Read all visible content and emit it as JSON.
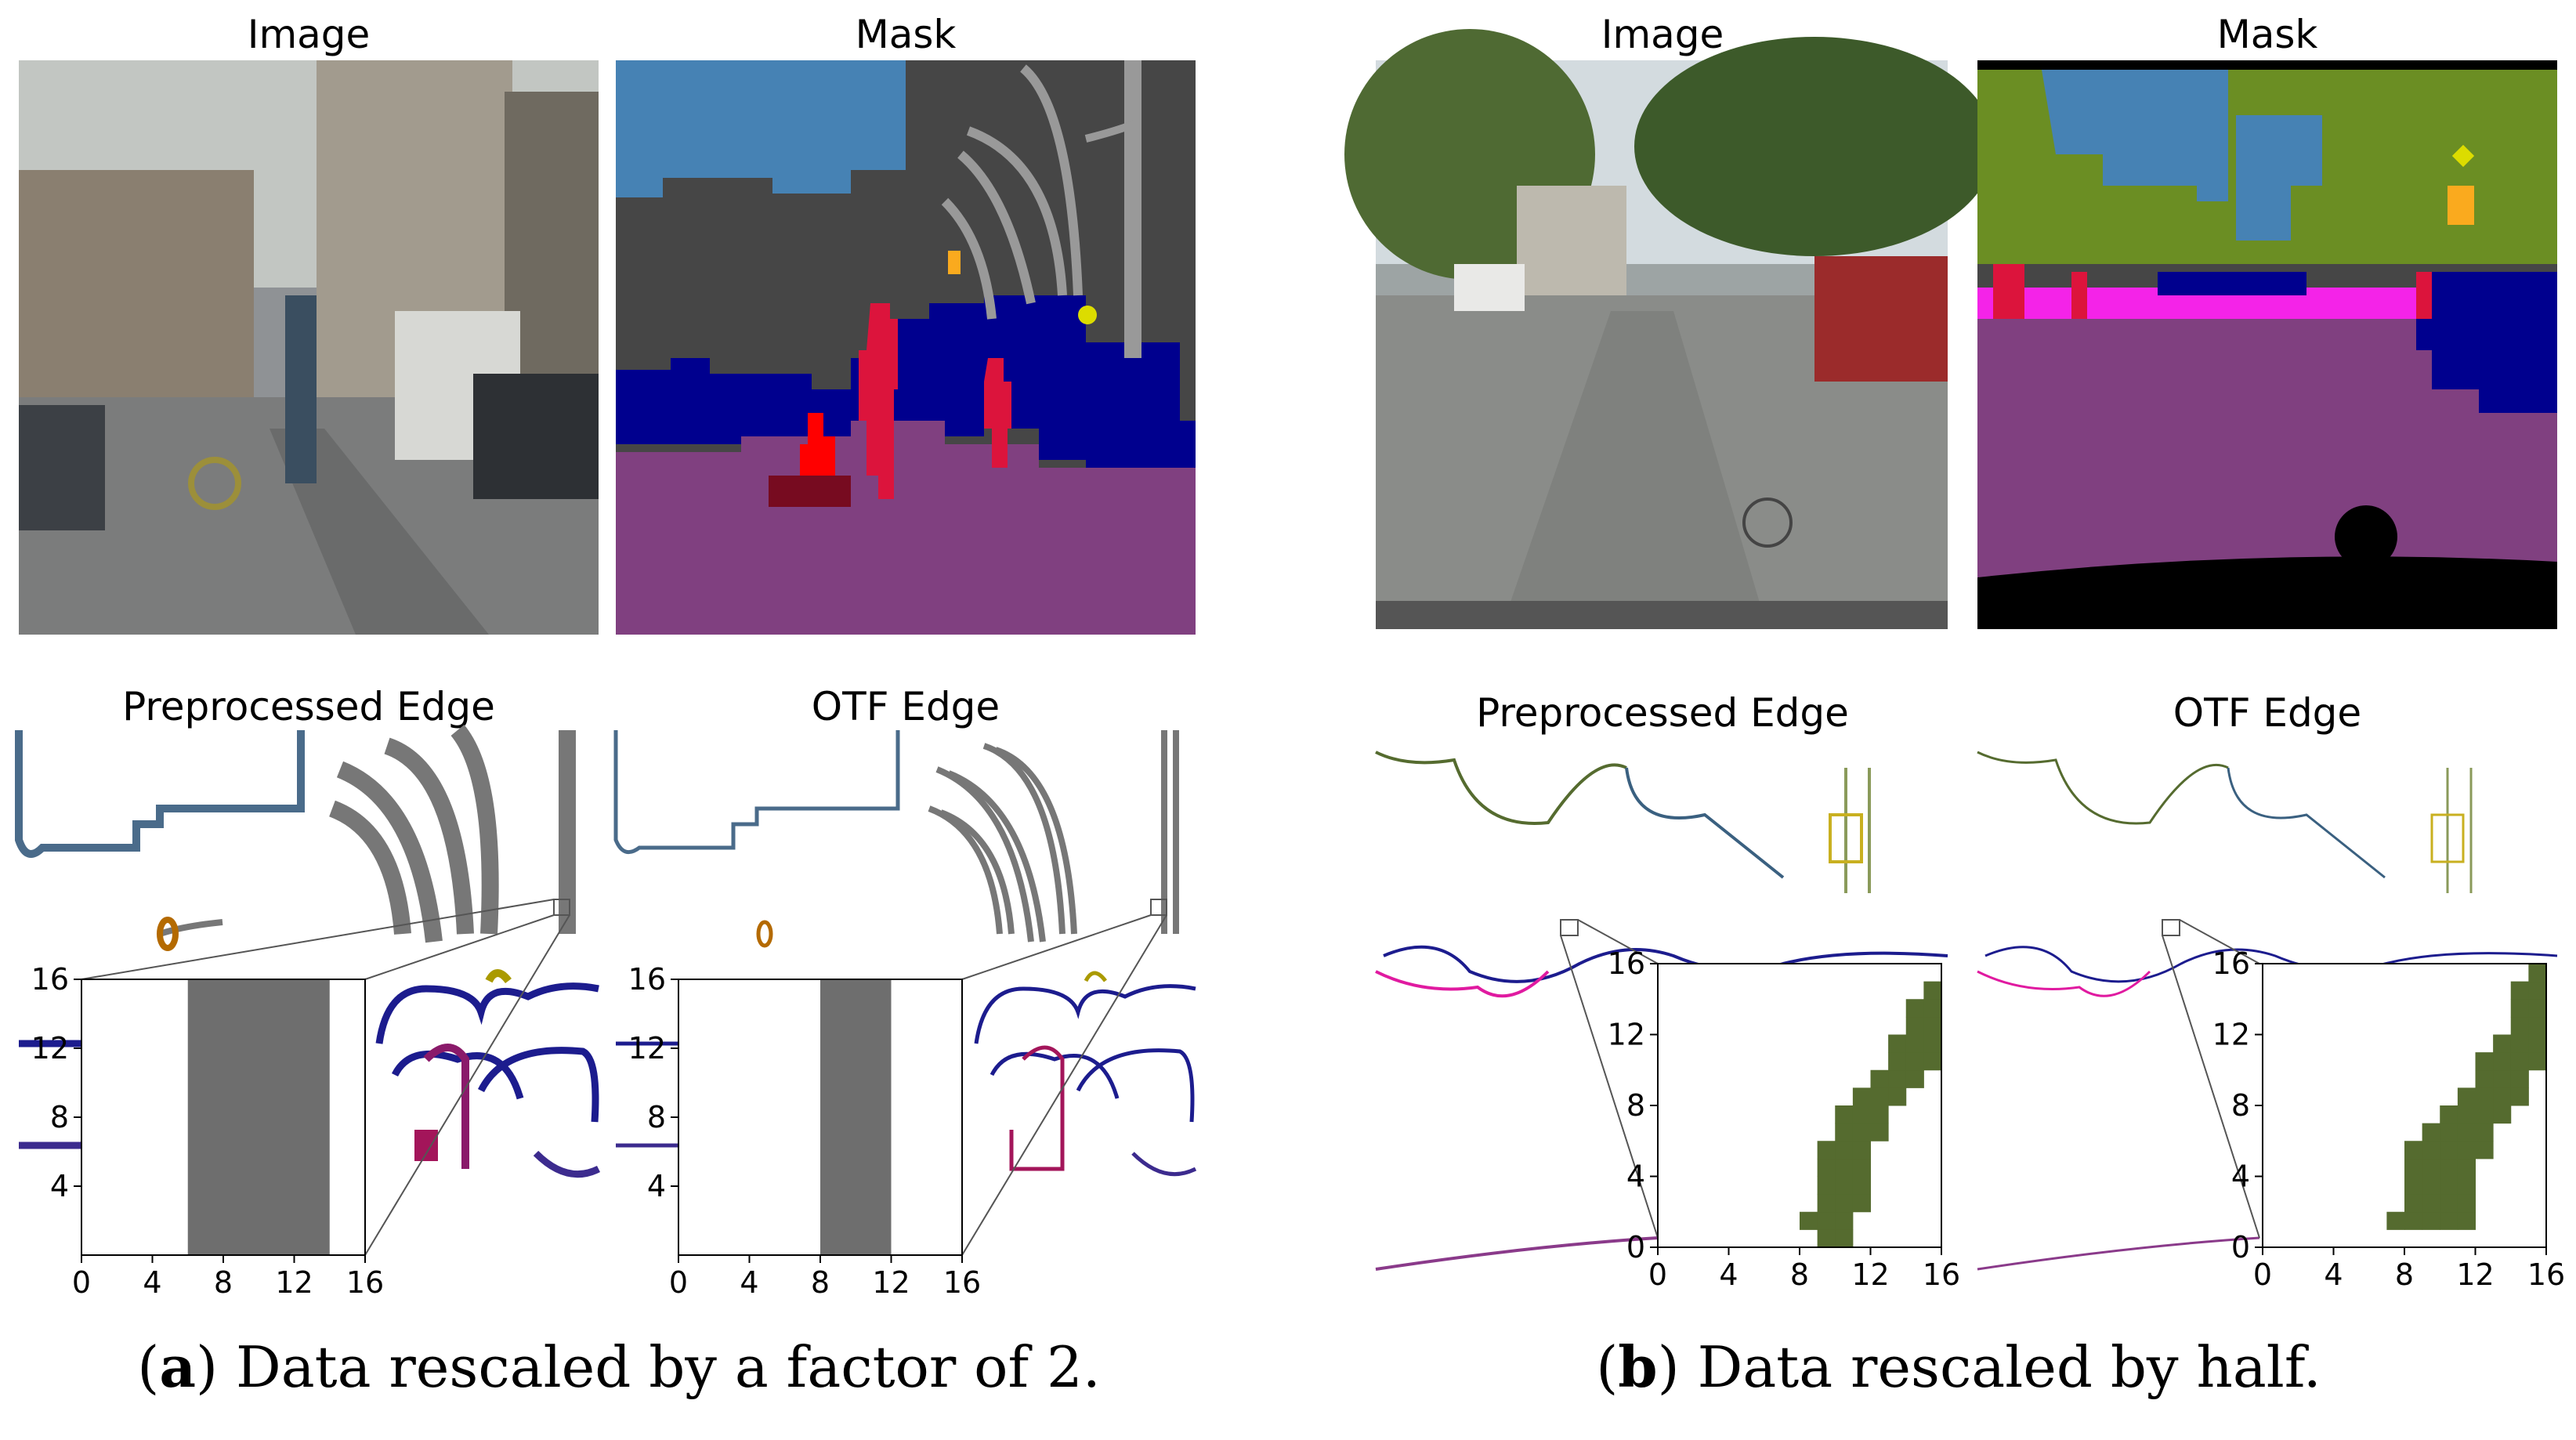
{
  "panels": {
    "a": {
      "titles": {
        "image": "Image",
        "mask": "Mask",
        "pre_edge": "Preprocessed Edge",
        "otf_edge": "OTF Edge"
      },
      "caption_letter": "a",
      "caption_text": ") Data rescaled by a factor of 2."
    },
    "b": {
      "titles": {
        "image": "Image",
        "mask": "Mask",
        "pre_edge": "Preprocessed Edge",
        "otf_edge": "OTF Edge"
      },
      "caption_letter": "b",
      "caption_text": ") Data rescaled by half."
    }
  },
  "caption_paren": "(",
  "colors": {
    "road": "#804080",
    "car": "#00008e",
    "building": "#464646",
    "sky": "#4682b4",
    "vegetation": "#6b8e23",
    "pole": "#999999",
    "person": "#dc143c",
    "rider": "#ff0000",
    "bicycle": "#770b20",
    "sign": "#dcdc00",
    "light": "#faaa1e",
    "sidewalk": "#f423e8",
    "ego": "#000000",
    "edge_gray": "#777777",
    "zoom_fill_a": "#6e6e6e",
    "zoom_fill_b": "#556b2f"
  },
  "chart_data": [
    {
      "type": "heatmap",
      "panel": "a-preprocessed-edge-inset",
      "xlim": [
        0,
        16
      ],
      "ylim": [
        0,
        16
      ],
      "xticks": [
        "0",
        "4",
        "8",
        "12",
        "16"
      ],
      "yticks": [
        "4",
        "8",
        "12",
        "16"
      ],
      "filled_columns": [
        6,
        14
      ]
    },
    {
      "type": "heatmap",
      "panel": "a-otf-edge-inset",
      "xlim": [
        0,
        16
      ],
      "ylim": [
        0,
        16
      ],
      "xticks": [
        "0",
        "4",
        "8",
        "12",
        "16"
      ],
      "yticks": [
        "4",
        "8",
        "12",
        "16"
      ],
      "filled_columns": [
        8,
        12
      ]
    },
    {
      "type": "heatmap",
      "panel": "b-preprocessed-edge-inset",
      "xlim": [
        0,
        16
      ],
      "ylim": [
        0,
        16
      ],
      "xticks": [
        "0",
        "4",
        "8",
        "12",
        "16"
      ],
      "yticks": [
        "0",
        "4",
        "8",
        "12",
        "16"
      ],
      "cells": [
        [
          9,
          0
        ],
        [
          10,
          0
        ],
        [
          8,
          1
        ],
        [
          9,
          1
        ],
        [
          10,
          1
        ],
        [
          9,
          2
        ],
        [
          10,
          2
        ],
        [
          11,
          2
        ],
        [
          9,
          3
        ],
        [
          10,
          3
        ],
        [
          11,
          3
        ],
        [
          9,
          4
        ],
        [
          10,
          4
        ],
        [
          11,
          4
        ],
        [
          9,
          5
        ],
        [
          10,
          5
        ],
        [
          11,
          5
        ],
        [
          10,
          6
        ],
        [
          11,
          6
        ],
        [
          12,
          6
        ],
        [
          10,
          7
        ],
        [
          11,
          7
        ],
        [
          12,
          7
        ],
        [
          11,
          8
        ],
        [
          12,
          8
        ],
        [
          13,
          8
        ],
        [
          12,
          9
        ],
        [
          13,
          9
        ],
        [
          14,
          9
        ],
        [
          13,
          10
        ],
        [
          14,
          10
        ],
        [
          15,
          10
        ],
        [
          13,
          11
        ],
        [
          14,
          11
        ],
        [
          15,
          11
        ],
        [
          14,
          12
        ],
        [
          15,
          12
        ],
        [
          14,
          13
        ],
        [
          15,
          13
        ],
        [
          15,
          14
        ]
      ]
    },
    {
      "type": "heatmap",
      "panel": "b-otf-edge-inset",
      "xlim": [
        0,
        16
      ],
      "ylim": [
        0,
        16
      ],
      "xticks": [
        "0",
        "4",
        "8",
        "12",
        "16"
      ],
      "yticks": [
        "0",
        "4",
        "8",
        "12",
        "16"
      ],
      "cells": [
        [
          7,
          1
        ],
        [
          8,
          1
        ],
        [
          9,
          1
        ],
        [
          10,
          1
        ],
        [
          11,
          1
        ],
        [
          8,
          2
        ],
        [
          9,
          2
        ],
        [
          10,
          2
        ],
        [
          11,
          2
        ],
        [
          8,
          3
        ],
        [
          9,
          3
        ],
        [
          10,
          3
        ],
        [
          11,
          3
        ],
        [
          8,
          4
        ],
        [
          9,
          4
        ],
        [
          10,
          4
        ],
        [
          11,
          4
        ],
        [
          8,
          5
        ],
        [
          9,
          5
        ],
        [
          10,
          5
        ],
        [
          11,
          5
        ],
        [
          12,
          5
        ],
        [
          9,
          6
        ],
        [
          10,
          6
        ],
        [
          11,
          6
        ],
        [
          12,
          6
        ],
        [
          10,
          7
        ],
        [
          11,
          7
        ],
        [
          12,
          7
        ],
        [
          13,
          7
        ],
        [
          11,
          8
        ],
        [
          12,
          8
        ],
        [
          13,
          8
        ],
        [
          14,
          8
        ],
        [
          12,
          9
        ],
        [
          13,
          9
        ],
        [
          14,
          9
        ],
        [
          12,
          10
        ],
        [
          13,
          10
        ],
        [
          14,
          10
        ],
        [
          15,
          10
        ],
        [
          13,
          11
        ],
        [
          14,
          11
        ],
        [
          15,
          11
        ],
        [
          14,
          12
        ],
        [
          15,
          12
        ],
        [
          14,
          13
        ],
        [
          15,
          13
        ],
        [
          14,
          14
        ],
        [
          15,
          14
        ],
        [
          15,
          15
        ]
      ]
    }
  ]
}
